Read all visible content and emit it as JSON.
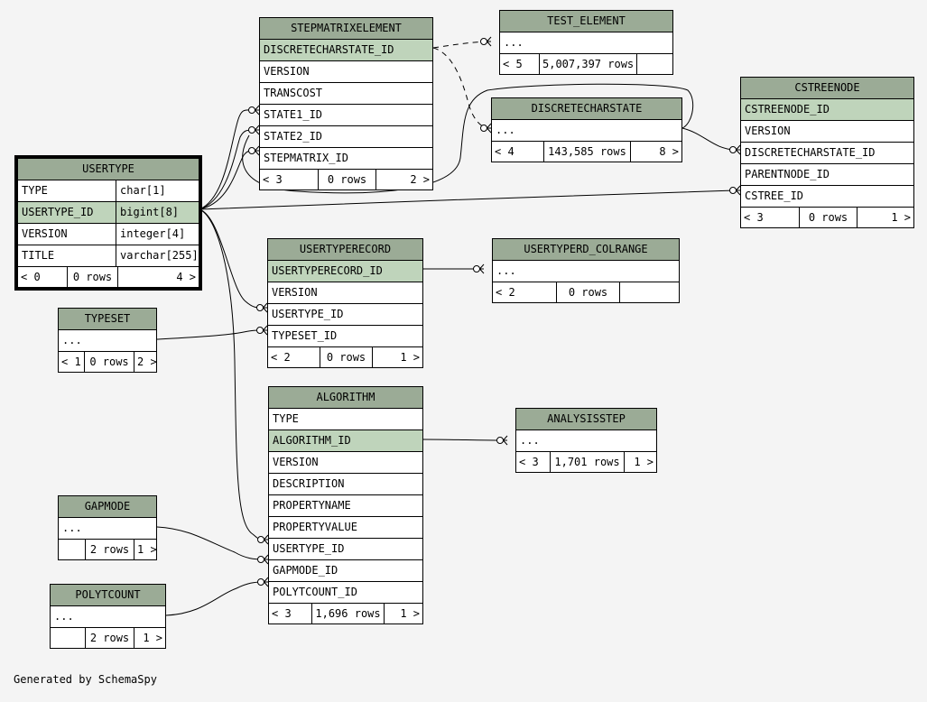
{
  "tables": {
    "stepmatrixelement": {
      "title": "STEPMATRIXELEMENT",
      "rows": [
        "DISCRETECHARSTATE_ID",
        "VERSION",
        "TRANSCOST",
        "STATE1_ID",
        "STATE2_ID",
        "STEPMATRIX_ID"
      ],
      "pk": [
        0
      ],
      "footer": [
        "< 3",
        "0 rows",
        "2 >"
      ]
    },
    "test_element": {
      "title": "TEST_ELEMENT",
      "rows": [
        "..."
      ],
      "pk": [],
      "footer": [
        "< 5",
        "5,007,397 rows",
        ""
      ]
    },
    "discretecharstate": {
      "title": "DISCRETECHARSTATE",
      "rows": [
        "..."
      ],
      "pk": [],
      "footer": [
        "< 4",
        "143,585 rows",
        "8 >"
      ]
    },
    "cstreenode": {
      "title": "CSTREENODE",
      "rows": [
        "CSTREENODE_ID",
        "VERSION",
        "DISCRETECHARSTATE_ID",
        "PARENTNODE_ID",
        "CSTREE_ID"
      ],
      "pk": [
        0
      ],
      "footer": [
        "< 3",
        "0 rows",
        "1 >"
      ]
    },
    "usertype": {
      "title": "USERTYPE",
      "rows": [
        [
          "TYPE",
          "char[1]"
        ],
        [
          "USERTYPE_ID",
          "bigint[8]"
        ],
        [
          "VERSION",
          "integer[4]"
        ],
        [
          "TITLE",
          "varchar[255]"
        ]
      ],
      "pk": [
        1
      ],
      "footer": [
        "< 0",
        "0 rows",
        "4 >"
      ]
    },
    "usertyperecord": {
      "title": "USERTYPERECORD",
      "rows": [
        "USERTYPERECORD_ID",
        "VERSION",
        "USERTYPE_ID",
        "TYPESET_ID"
      ],
      "pk": [
        0
      ],
      "footer": [
        "< 2",
        "0 rows",
        "1 >"
      ]
    },
    "usertyperd_colrange": {
      "title": "USERTYPERD_COLRANGE",
      "rows": [
        "..."
      ],
      "pk": [],
      "footer": [
        "< 2",
        "0 rows",
        ""
      ]
    },
    "typeset": {
      "title": "TYPESET",
      "rows": [
        "..."
      ],
      "pk": [],
      "footer": [
        "< 1",
        "0 rows",
        "2 >"
      ]
    },
    "algorithm": {
      "title": "ALGORITHM",
      "rows": [
        "TYPE",
        "ALGORITHM_ID",
        "VERSION",
        "DESCRIPTION",
        "PROPERTYNAME",
        "PROPERTYVALUE",
        "USERTYPE_ID",
        "GAPMODE_ID",
        "POLYTCOUNT_ID"
      ],
      "pk": [
        1
      ],
      "footer": [
        "< 3",
        "1,696 rows",
        "1 >"
      ]
    },
    "analysisstep": {
      "title": "ANALYSISSTEP",
      "rows": [
        "..."
      ],
      "pk": [],
      "footer": [
        "< 3",
        "1,701 rows",
        "1 >"
      ]
    },
    "gapmode": {
      "title": "GAPMODE",
      "rows": [
        "..."
      ],
      "pk": [],
      "footer": [
        "",
        "2 rows",
        "1 >"
      ]
    },
    "polytcount": {
      "title": "POLYTCOUNT",
      "rows": [
        "..."
      ],
      "pk": [],
      "footer": [
        "",
        "2 rows",
        "1 >"
      ]
    }
  },
  "footer_note": "Generated by SchemaSpy",
  "colors": {
    "header": "#9bab96",
    "pk_row": "#bfd4bb",
    "background": "#f4f4f4"
  }
}
